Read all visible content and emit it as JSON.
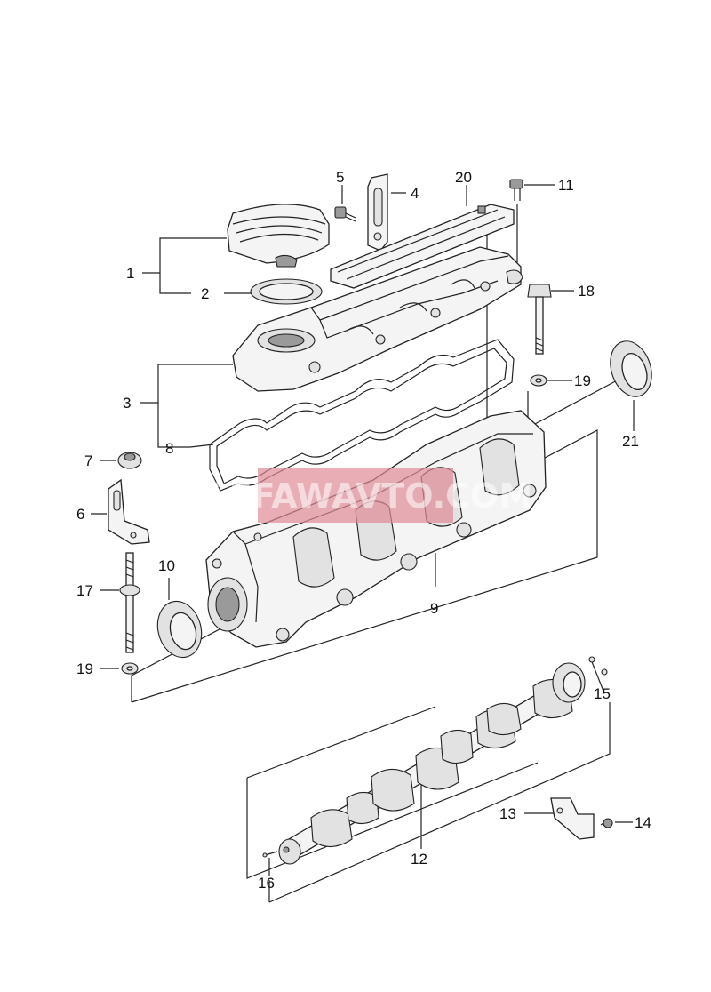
{
  "callouts": {
    "c1": "1",
    "c2": "2",
    "c3": "3",
    "c4": "4",
    "c5": "5",
    "c6": "6",
    "c7": "7",
    "c8": "8",
    "c9": "9",
    "c10": "10",
    "c11": "11",
    "c12": "12",
    "c13": "13",
    "c14": "14",
    "c15": "15",
    "c16": "16",
    "c17": "17",
    "c18": "18",
    "c19a": "19",
    "c19b": "19",
    "c20": "20",
    "c21": "21"
  },
  "watermark": {
    "text": "VSEFAWAVTO.COM",
    "color": "#e08a96"
  },
  "colors": {
    "line": "#222222",
    "part_fill": "#f4f4f4"
  }
}
